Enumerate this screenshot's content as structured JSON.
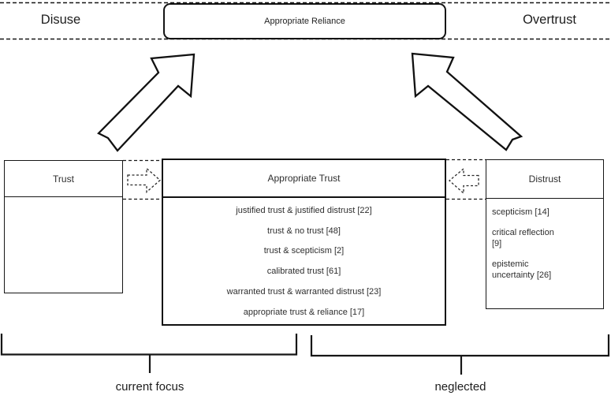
{
  "top": {
    "left_label": "Disuse",
    "center_label": "Appropriate Reliance",
    "right_label": "Overtrust"
  },
  "boxes": {
    "trust": {
      "title": "Trust",
      "items": []
    },
    "appropriate_trust": {
      "title": "Appropriate Trust",
      "items": [
        "justified trust & justified distrust [22]",
        "trust & no trust [48]",
        "trust & scepticism [2]",
        "calibrated trust [61]",
        "warranted trust & warranted distrust [23]",
        "appropriate trust & reliance [17]"
      ]
    },
    "distrust": {
      "title": "Distrust",
      "items": [
        "scepticism [14]",
        "critical reflection [9]",
        "epistemic uncertainty [26]"
      ]
    }
  },
  "bottom": {
    "left_label": "current focus",
    "right_label": "neglected"
  },
  "colors": {
    "line": "#161616",
    "background": "#ffffff"
  }
}
